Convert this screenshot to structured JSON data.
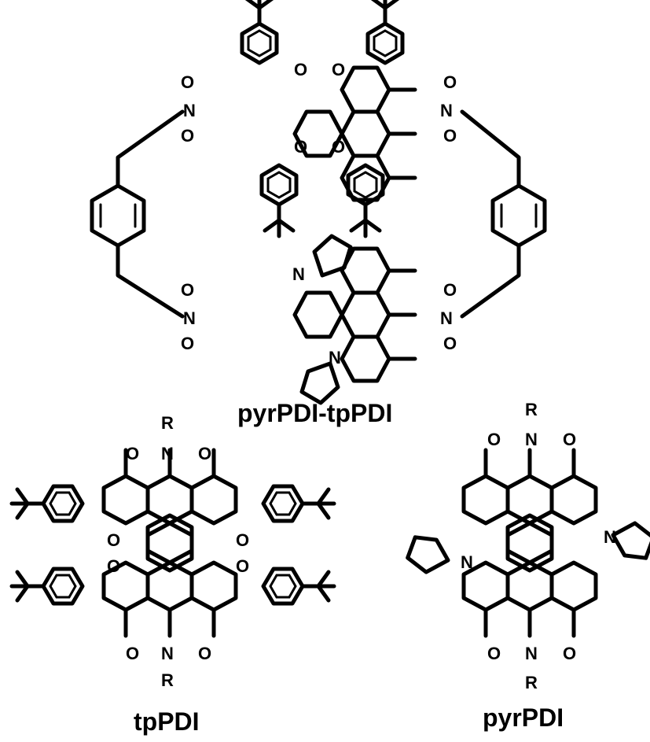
{
  "labels": {
    "dimer": "pyrPDI-tpPDI",
    "tp": "tpPDI",
    "pyr": "pyrPDI"
  },
  "atoms": {
    "oxygen": "O",
    "nitrogen": "N",
    "r_group": "R"
  }
}
